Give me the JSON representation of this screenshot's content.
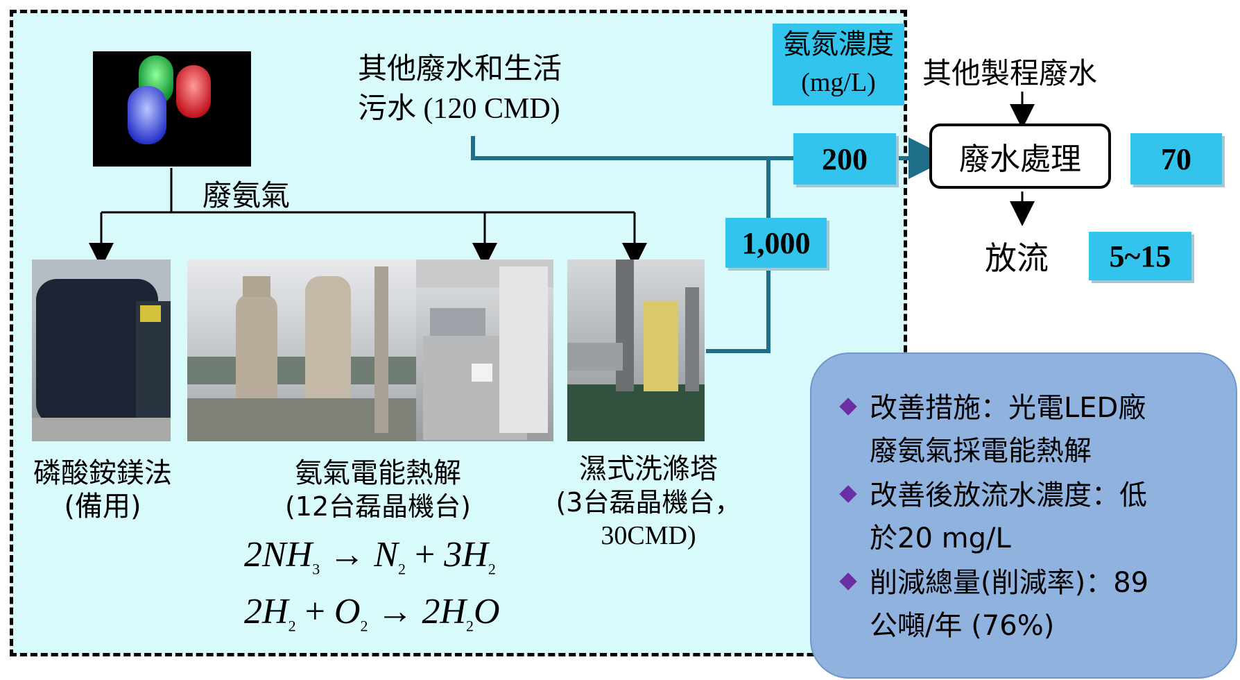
{
  "source_label": "其他廢水和生活污水 (120 CMD)",
  "source_line1": "其他廢水和生活",
  "source_line2": "污水 (120 CMD)",
  "waste_gas_label": "廢氨氣",
  "conc_header_line1": "氨氮濃度",
  "conc_header_line2": "(mg/L)",
  "other_process": "其他製程廢水",
  "treatment": "廢水處理",
  "discharge": "放流",
  "values": {
    "inflow": "200",
    "after_treatment": "70",
    "discharge": "5~15",
    "scrubber": "1,000"
  },
  "methods": [
    {
      "name": "磷酸銨鎂法",
      "note": "(備用)"
    },
    {
      "name": "氨氣電能熱解",
      "note": "(12台磊晶機台)"
    },
    {
      "name": "濕式洗滌塔",
      "note": "(3台磊晶機台，",
      "note2": "30CMD)"
    }
  ],
  "equations": {
    "eq1": {
      "a": "2NH",
      "a_sub": "3",
      "arrow": "→",
      "b": "N",
      "b_sub": "2",
      "plus": "+",
      "c": "3H",
      "c_sub": "2"
    },
    "eq2": {
      "a": "2H",
      "a_sub": "2",
      "plus": "+",
      "b": "O",
      "b_sub": "2",
      "arrow": "→",
      "c": "2H",
      "c_sub": "2",
      "d": "O"
    }
  },
  "summary": [
    {
      "line1": "改善措施：光電LED廠",
      "line2": "廢氨氣採電能熱解"
    },
    {
      "line1": "改善後放流水濃度：低",
      "line2": "於20 mg/L"
    },
    {
      "line1": "削減總量(削減率)：89",
      "line2": "公噸/年 (76%)"
    }
  ],
  "colors": {
    "panel": "#d9fafa",
    "badge": "#33c4ee",
    "pipe": "#1f6f8b",
    "bubble": "#8fb2df",
    "bullet": "#6b2fa3"
  }
}
